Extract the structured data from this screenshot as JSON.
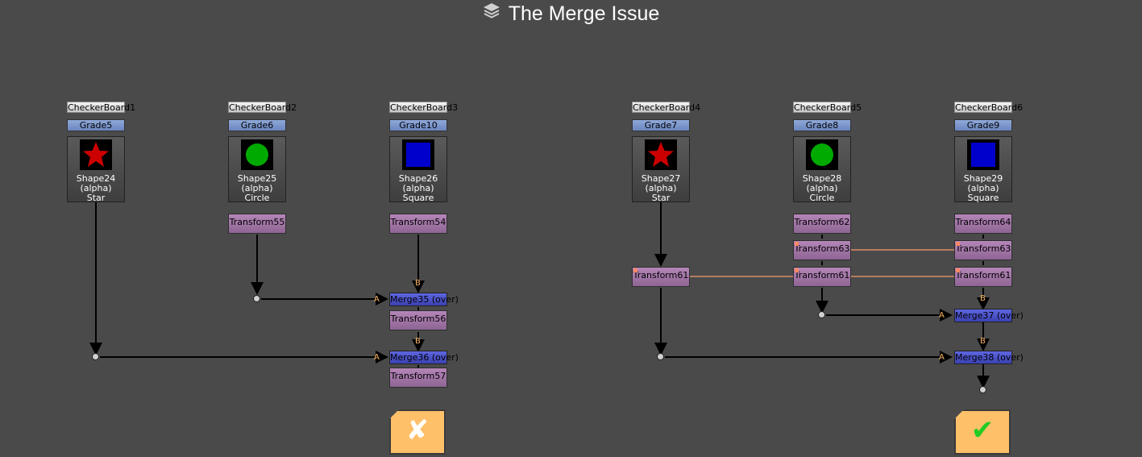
{
  "title": "The Merge Issue",
  "colors": {
    "background": "#4a4a4a",
    "transform": "#a679ad",
    "merge": "#4f56cf",
    "grade": "#7b96cf",
    "result_bg": "#ffc06a",
    "star": "#cc0000",
    "circle": "#00aa00",
    "square": "#0000cc",
    "link_line": "#d98e66"
  },
  "left": {
    "checkerboards": [
      "CheckerBoard1",
      "CheckerBoard2",
      "CheckerBoard3"
    ],
    "grades": [
      "Grade5",
      "Grade6",
      "Grade10"
    ],
    "shapes": [
      {
        "name": "Shape24",
        "channel": "(alpha)",
        "kind": "Star"
      },
      {
        "name": "Shape25",
        "channel": "(alpha)",
        "kind": "Circle"
      },
      {
        "name": "Shape26",
        "channel": "(alpha)",
        "kind": "Square"
      }
    ],
    "transforms": [
      "Transform55",
      "Transform54",
      "Transform56",
      "Transform57"
    ],
    "merges": [
      "Merge35 (over)",
      "Merge36 (over)"
    ],
    "result_icon": "x-icon"
  },
  "right": {
    "checkerboards": [
      "CheckerBoard4",
      "CheckerBoard5",
      "CheckerBoard6"
    ],
    "grades": [
      "Grade7",
      "Grade8",
      "Grade9"
    ],
    "shapes": [
      {
        "name": "Shape27",
        "channel": "(alpha)",
        "kind": "Star"
      },
      {
        "name": "Shape28",
        "channel": "(alpha)",
        "kind": "Circle"
      },
      {
        "name": "Shape29",
        "channel": "(alpha)",
        "kind": "Square"
      }
    ],
    "transforms": [
      "Transform61",
      "Transform62",
      "Transform63",
      "Transform61",
      "Transform64",
      "Transform63",
      "Transform61"
    ],
    "merges": [
      "Merge37 (over)",
      "Merge38 (over)"
    ],
    "result_icon": "check-icon"
  },
  "input_labels": {
    "a": "A",
    "b": "B"
  }
}
